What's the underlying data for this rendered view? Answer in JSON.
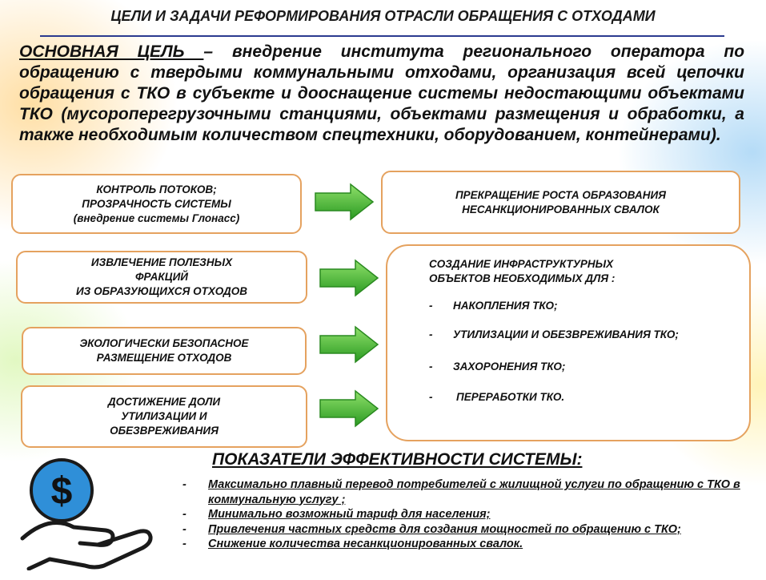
{
  "title": "ЦЕЛИ И ЗАДАЧИ РЕФОРМИРОВАНИЯ ОТРАСЛИ ОБРАЩЕНИЯ С ОТХОДАМИ",
  "main_goal": {
    "label": "ОСНОВНАЯ   ЦЕЛЬ ",
    "dash": " – ",
    "text": "внедрение института регионального оператора по обращению с твердыми коммунальными отходами, организация всей цепочки обращения с ТКО в субъекте и дооснащение системы недостающими объектами ТКО (мусороперегрузочными станциями, объектами размещения и обработки, а также необходимым количеством спецтехники, оборудованием, контейнерами)."
  },
  "left_boxes": {
    "control": [
      "КОНТРОЛЬ ПОТОКОВ;",
      "ПРОЗРАЧНОСТЬ СИСТЕМЫ",
      "(внедрение системы Глонасс)"
    ],
    "extract": [
      "ИЗВЛЕЧЕНИЕ ПОЛЕЗНЫХ",
      "ФРАКЦИЙ",
      "ИЗ ОБРАЗУЮЩИХСЯ ОТХОДОВ"
    ],
    "eco": [
      "ЭКОЛОГИЧЕСКИ БЕЗОПАСНОЕ",
      "РАЗМЕЩЕНИЕ ОТХОДОВ"
    ],
    "share": [
      "ДОСТИЖЕНИЕ ДОЛИ",
      "УТИЛИЗАЦИИ И",
      "ОБЕЗВРЕЖИВАНИЯ"
    ]
  },
  "right_boxes": {
    "stop": [
      "ПРЕКРАЩЕНИЕ  РОСТА ОБРАЗОВАНИЯ",
      "НЕСАНКЦИОНИРОВАННЫХ СВАЛОК"
    ],
    "infra": {
      "heading": [
        "СОЗДАНИЕ ИНФРАСТРУКТУРНЫХ",
        "ОБЪЕКТОВ НЕОБХОДИМЫХ ДЛЯ :"
      ],
      "items": [
        "НАКОПЛЕНИЯ ТКО;",
        "УТИЛИЗАЦИИ И ОБЕЗВРЕЖИВАНИЯ ТКО;",
        "ЗАХОРОНЕНИЯ ТКО;",
        "ПЕРЕРАБОТКИ ТКО."
      ]
    }
  },
  "performance": {
    "title": "ПОКАЗАТЕЛИ ЭФФЕКТИВНОСТИ СИСТЕМЫ:",
    "items": [
      "Максимально плавный перевод потребителей с жилищной услуги по обращению с ТКО в коммунальную услугу ;",
      " Минимально возможный тариф для населения;",
      "Привлечения частных средств для создания мощностей по обращению с ТКО;",
      "Снижение  количества несанкционированных свалок."
    ]
  },
  "icons": {
    "arrow": "green-arrow-icon",
    "money": "money-hand-icon"
  },
  "colors": {
    "box_border": "#e5a25f",
    "arrow_green": "#3cb82e",
    "coin_blue": "#2f8fd8",
    "title_rule": "#2b3a8f"
  }
}
